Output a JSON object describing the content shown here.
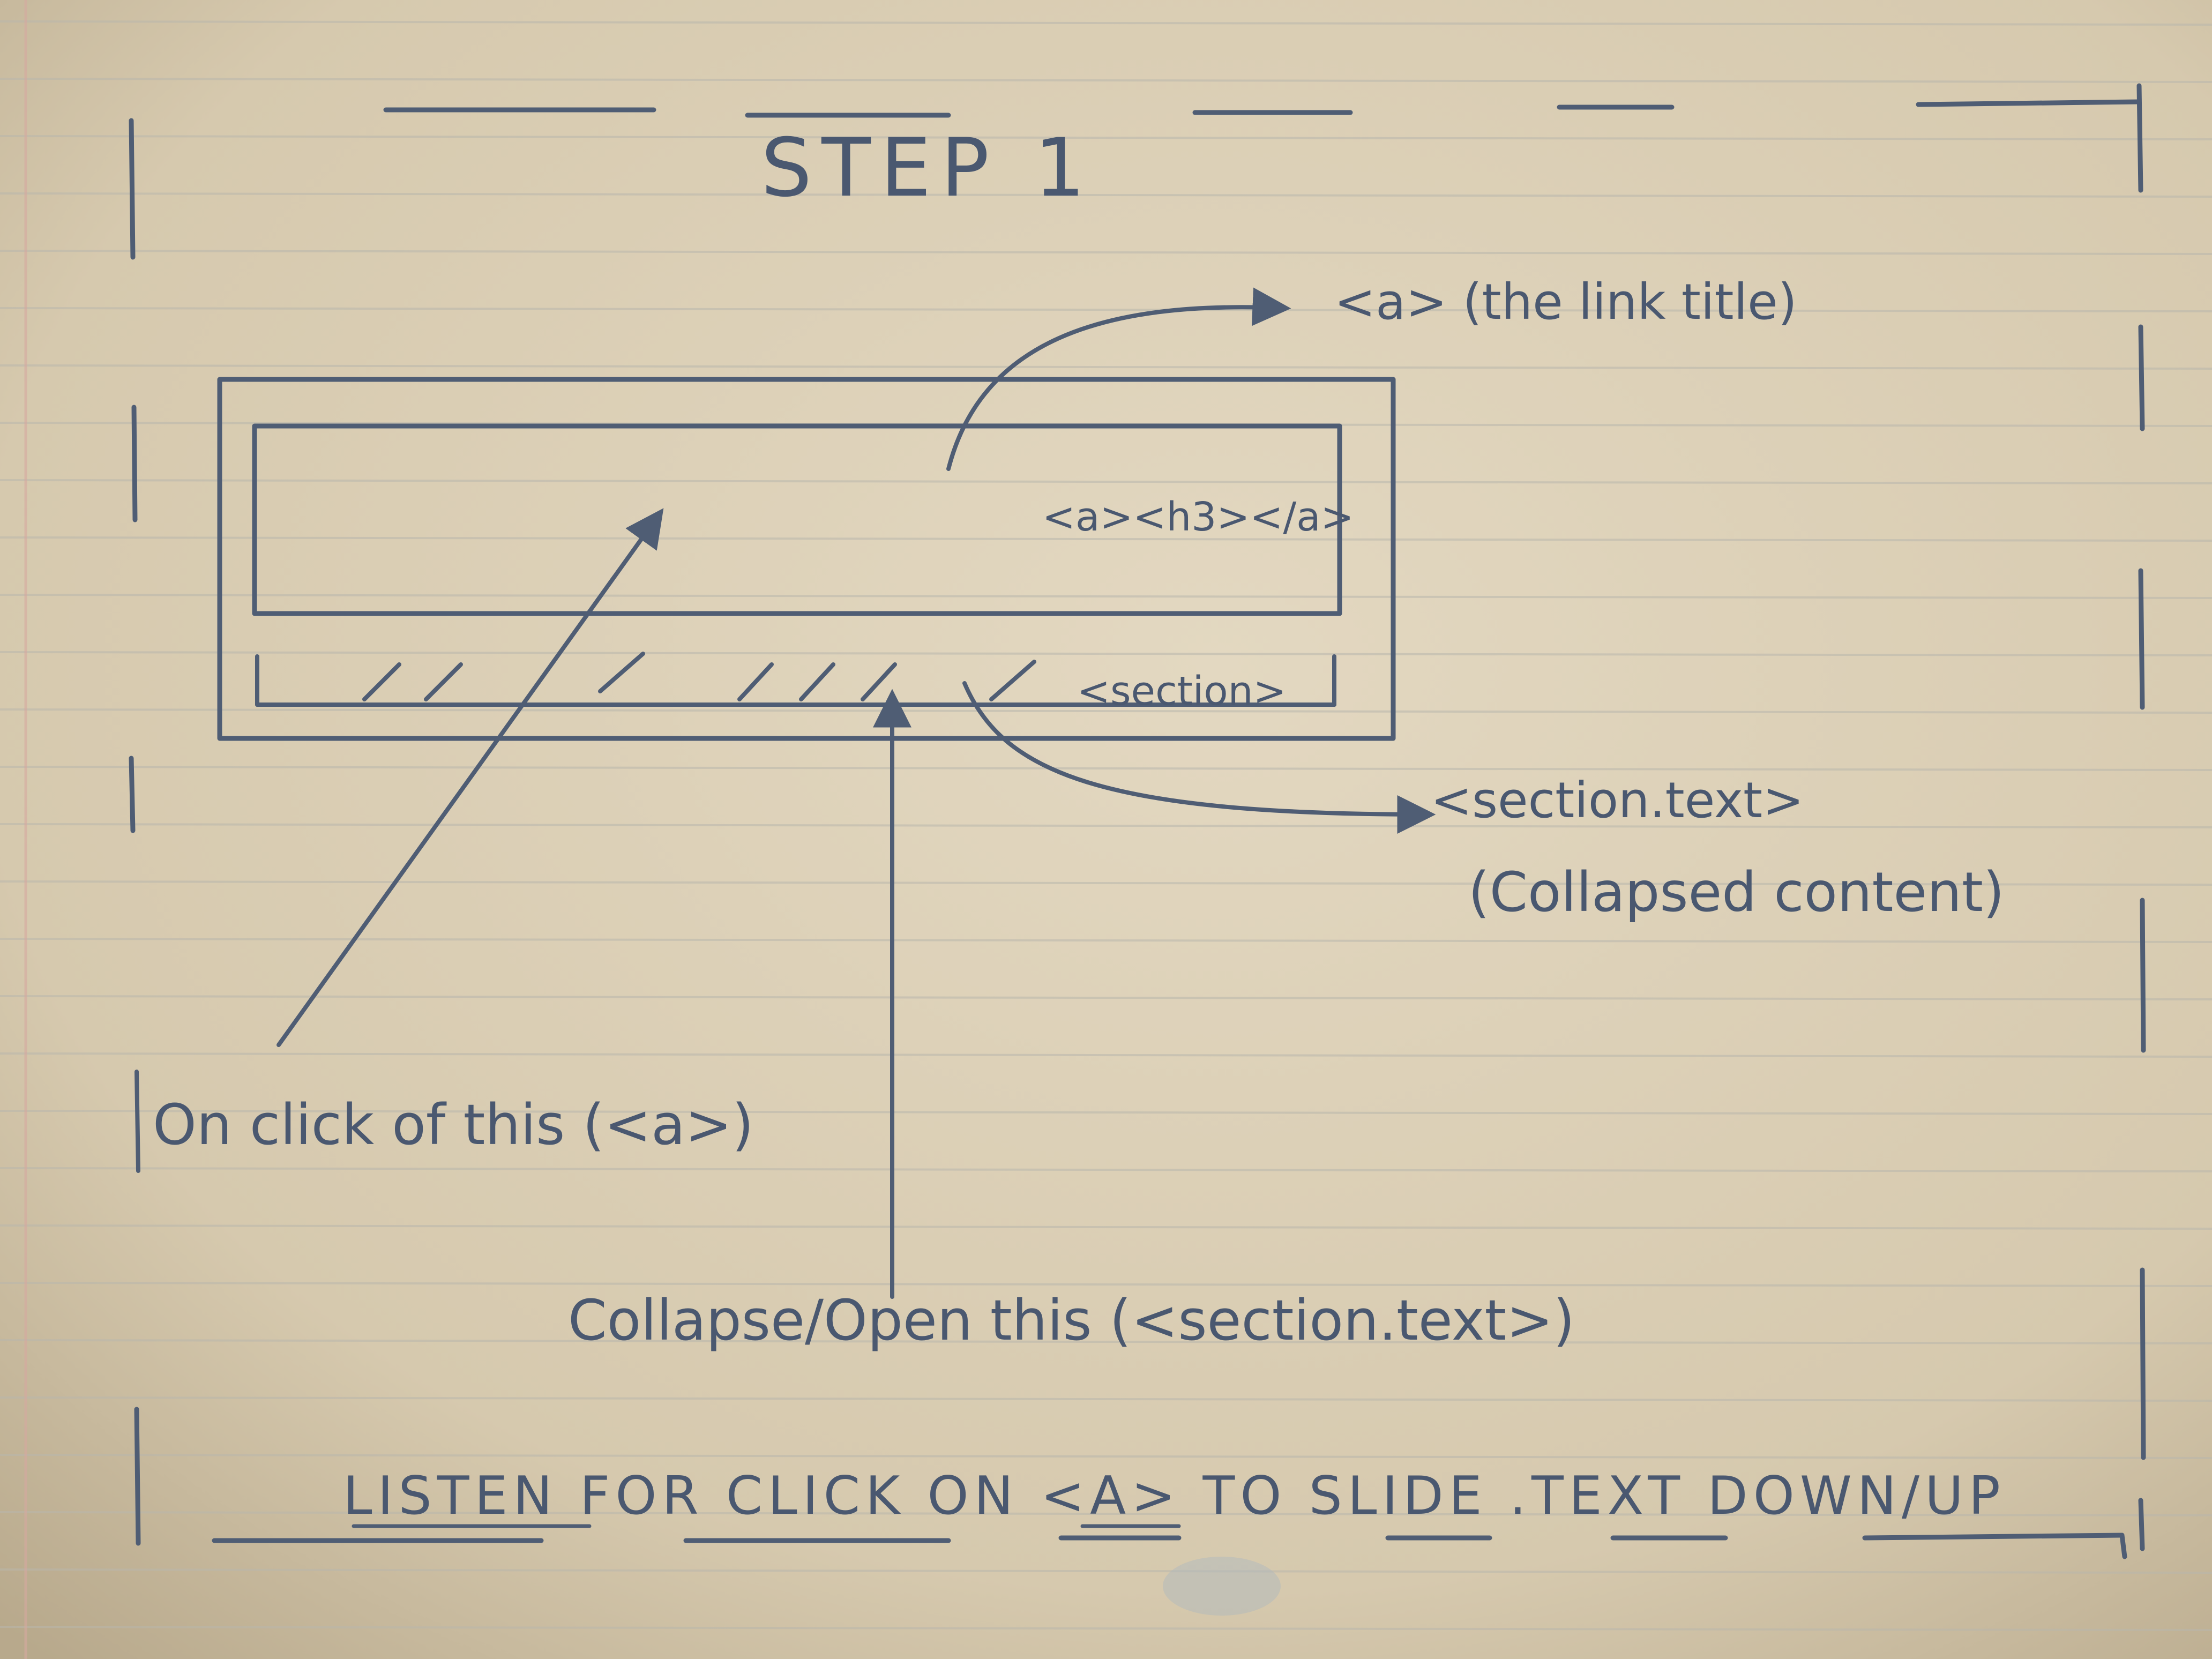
{
  "diagram": {
    "step_title": "STEP 1",
    "link_title_label": "<a> (the link title)",
    "header_content_label": "<a><h3></a>",
    "section_label": "<section>",
    "section_text_label": "<section.text>",
    "collapsed_content_label": "(Collapsed content)",
    "on_click_label": "On click of this (<a>)",
    "collapse_open_label": "Collapse/Open this (<section.text>)",
    "footer_note": "LISTEN FOR CLICK ON <A> TO SLIDE .TEXT DOWN/UP"
  },
  "colors": {
    "paper": "#d9cdb4",
    "ink": "#4f5d74",
    "rule_line": "#b9b7ad",
    "margin_line": "#d6a9a0"
  }
}
